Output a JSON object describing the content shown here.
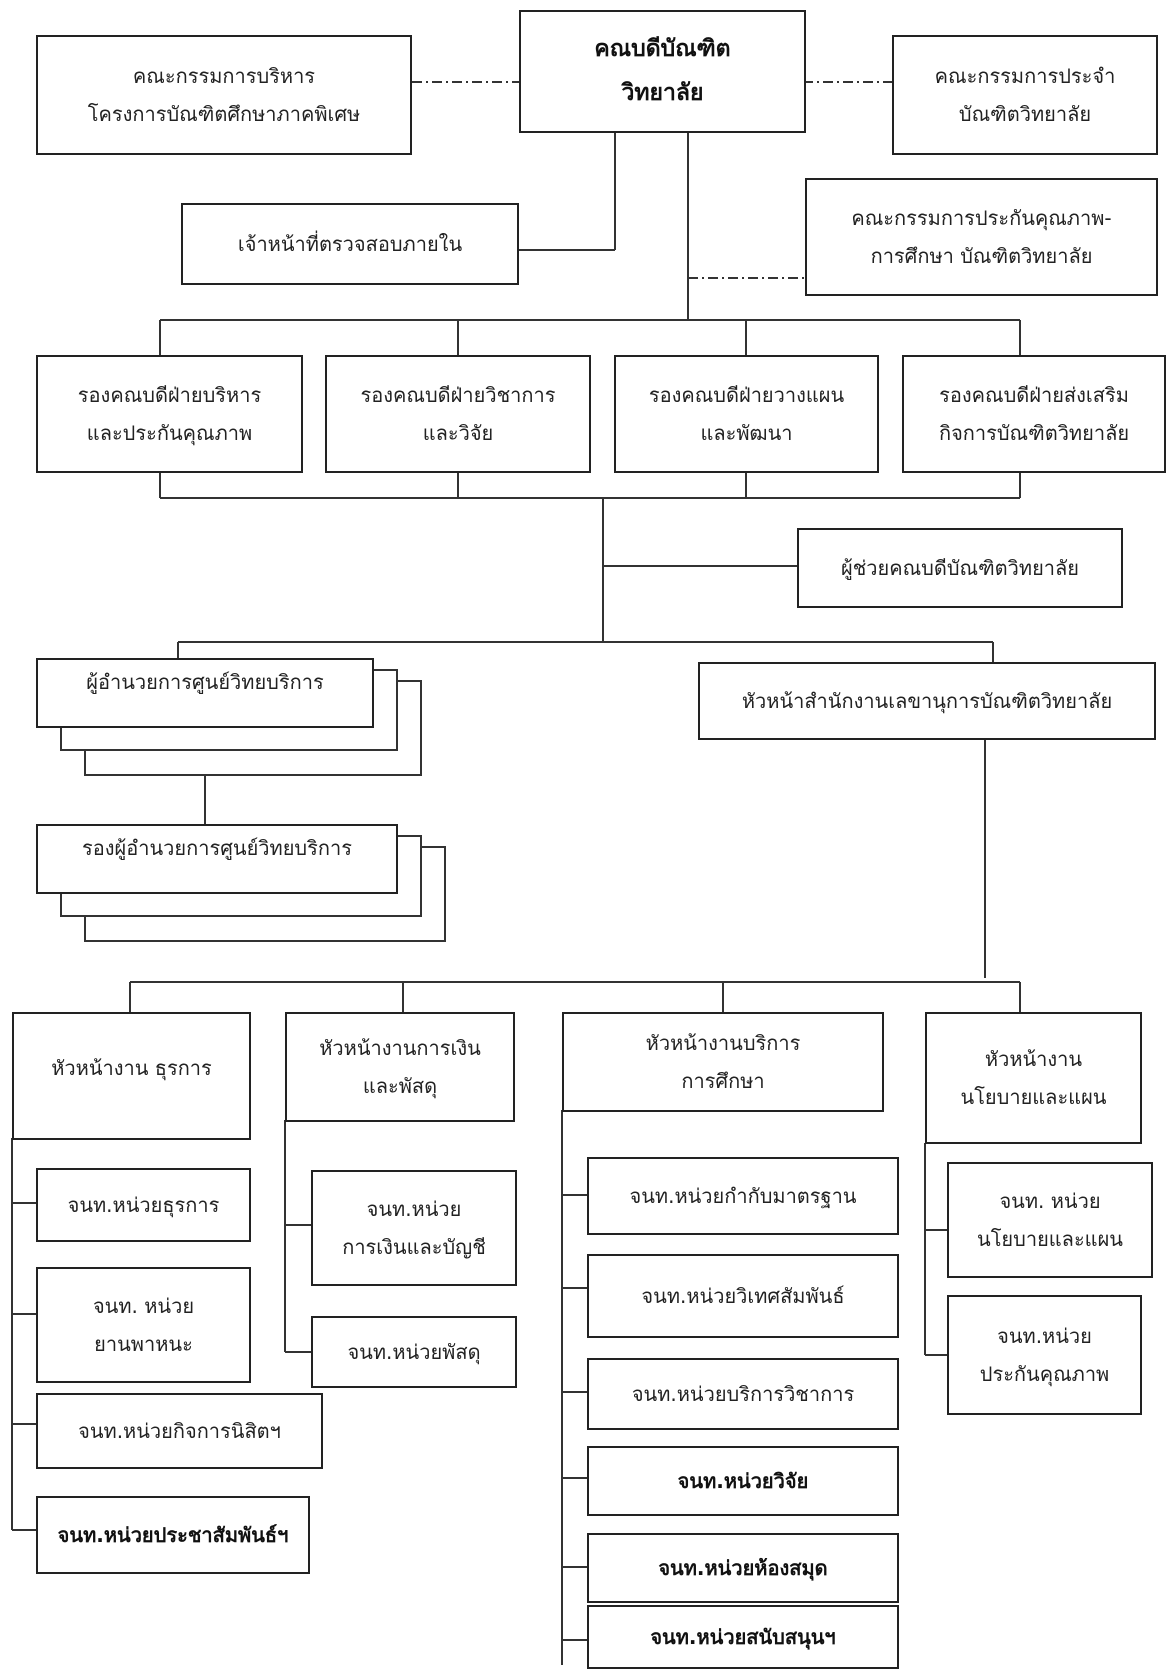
{
  "dean": [
    "คณบดีบัณฑิต",
    "วิทยาลัย"
  ],
  "special_committee": [
    "คณะกรรมการบริหาร",
    "โครงการบัณฑิตศึกษาภาคพิเศษ"
  ],
  "standing_committee": [
    "คณะกรรมการประจำ",
    "บัณฑิตวิทยาลัย"
  ],
  "internal_auditor": "เจ้าหน้าที่ตรวจสอบภายใน",
  "qa_committee": [
    "คณะกรรมการประกันคุณภาพ-",
    "การศึกษา บัณฑิตวิทยาลัย"
  ],
  "deputy_deans": [
    [
      "รองคณบดีฝ่ายบริหาร",
      "และประกันคุณภาพ"
    ],
    [
      "รองคณบดีฝ่ายวิชาการ",
      "และวิจัย"
    ],
    [
      "รองคณบดีฝ่ายวางแผน",
      "และพัฒนา"
    ],
    [
      "รองคณบดีฝ่ายส่งเสริม",
      "กิจการบัณฑิตวิทยาลัย"
    ]
  ],
  "assistant_dean": "ผู้ช่วยคณบดีบัณฑิตวิทยาลัย",
  "center_director": "ผู้อำนวยการศูนย์วิทยบริการ",
  "deputy_center_director": "รองผู้อำนวยการศูนย์วิทยบริการ",
  "office_head": "หัวหน้าสำนักงานเลขานุการบัณฑิตวิทยาลัย",
  "section_heads": [
    [
      "หัวหน้างาน ธุรการ"
    ],
    [
      "หัวหน้างานการเงิน",
      "และพัสดุ"
    ],
    [
      "หัวหน้างานบริการ",
      "การศึกษา"
    ],
    [
      "หัวหน้างาน",
      "นโยบายและแผน"
    ]
  ],
  "general_admin_units": [
    [
      "จนท.หน่วยธุรการ"
    ],
    [
      "จนท. หน่วย",
      "ยานพาหนะ"
    ],
    [
      "จนท.หน่วยกิจการนิสิตฯ"
    ],
    [
      "จนท.หน่วยประชาสัมพันธ์ฯ"
    ]
  ],
  "finance_units": [
    [
      "จนท.หน่วย",
      "การเงินและบัญชี"
    ],
    [
      "จนท.หน่วยพัสดุ"
    ]
  ],
  "education_service_units": [
    [
      "จนท.หน่วยกำกับมาตรฐาน"
    ],
    [
      "จนท.หน่วยวิเทศสัมพันธ์"
    ],
    [
      "จนท.หน่วยบริการวิชาการ"
    ],
    [
      "จนท.หน่วยวิจัย"
    ],
    [
      "จนท.หน่วยห้องสมุด"
    ],
    [
      "จนท.หน่วยสนับสนุนฯ"
    ]
  ],
  "policy_units": [
    [
      "จนท. หน่วย",
      "นโยบายและแผน"
    ],
    [
      "จนท.หน่วย",
      "ประกันคุณภาพ"
    ]
  ]
}
